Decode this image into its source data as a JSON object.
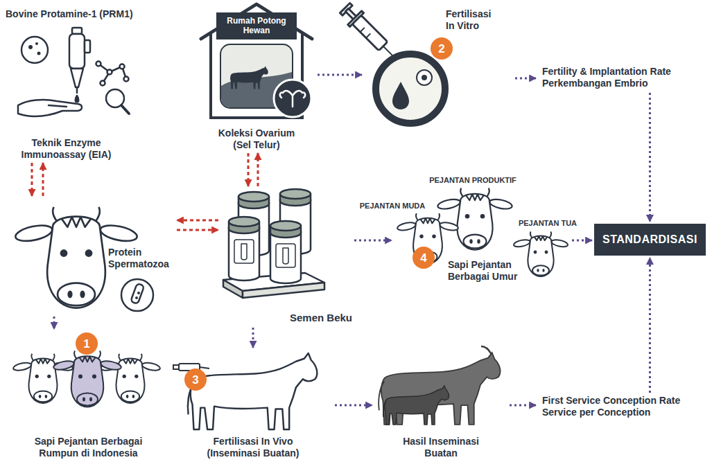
{
  "diagram": {
    "nodes": [
      {
        "text": [
          "Bovine Protamine-1 (PRM1)",
          "Teknik Enzyme Immunoassay (EIA)"
        ]
      },
      {
        "text": [
          "Rumah Potong Hewan",
          "Koleksi Ovarium (Sel Telur)"
        ]
      },
      {
        "text": [
          "Fertilisasi In Vitro"
        ]
      },
      {
        "text": [
          "Fertility & Implantation Rate",
          "Perkembangan Embrio"
        ]
      },
      {
        "text": [
          "Protein Spermatozoa"
        ]
      },
      {
        "text": [
          "Semen Beku"
        ]
      },
      {
        "text": [
          "Sapi Pejantan Berbagai Umur"
        ]
      },
      {
        "text": [
          "STANDARDISASI"
        ]
      },
      {
        "text": [
          "Sapi Pejantan Berbagai Rumpun di Indonesia"
        ]
      },
      {
        "text": [
          "Fertilisasi In Vivo (Inseminasi Buatan)"
        ]
      },
      {
        "text": [
          "Hasil Inseminasi Buatan"
        ]
      },
      {
        "text": [
          "First Service Conception Rate",
          "Service per Conception"
        ]
      }
    ],
    "edges": [
      {
        "from": 0,
        "to": 4,
        "arrow": "to"
      },
      {
        "from": 4,
        "to": 0,
        "arrow": "to"
      },
      {
        "from": 1,
        "to": 2,
        "arrow": "to"
      },
      {
        "from": 2,
        "to": 3,
        "arrow": "to"
      },
      {
        "from": 3,
        "to": 7,
        "arrow": "to"
      },
      {
        "from": 1,
        "to": 5,
        "arrow": "to"
      },
      {
        "from": 5,
        "to": 1,
        "arrow": "to"
      },
      {
        "from": 5,
        "to": 4,
        "arrow": "to"
      },
      {
        "from": 4,
        "to": 5,
        "arrow": "to"
      },
      {
        "from": 4,
        "to": 8,
        "arrow": "to"
      },
      {
        "from": 5,
        "to": 6,
        "arrow": "to"
      },
      {
        "from": 6,
        "to": 7,
        "arrow": "to"
      },
      {
        "from": 5,
        "to": 9,
        "arrow": "to"
      },
      {
        "from": 9,
        "to": 10,
        "arrow": "to"
      },
      {
        "from": 10,
        "to": 11,
        "arrow": "to"
      },
      {
        "from": 11,
        "to": 7,
        "arrow": "to"
      }
    ],
    "labels": [
      "1",
      "2",
      "3",
      "4",
      "PEJANTAN MUDA",
      "PEJANTAN PRODUKTIF",
      "PEJANTAN TUA"
    ]
  }
}
